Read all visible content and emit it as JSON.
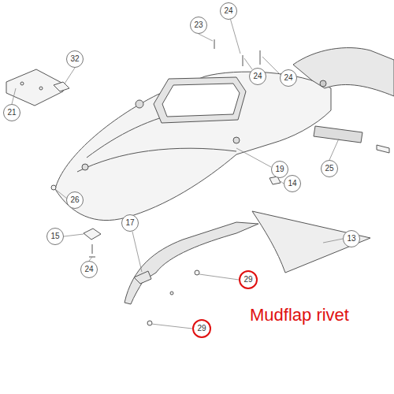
{
  "diagram": {
    "labels": [
      "23",
      "24",
      "32",
      "24",
      "24",
      "21",
      "19",
      "25",
      "26",
      "14",
      "15",
      "17",
      "13",
      "29",
      "24",
      "29",
      "Mudflap rivet"
    ]
  }
}
